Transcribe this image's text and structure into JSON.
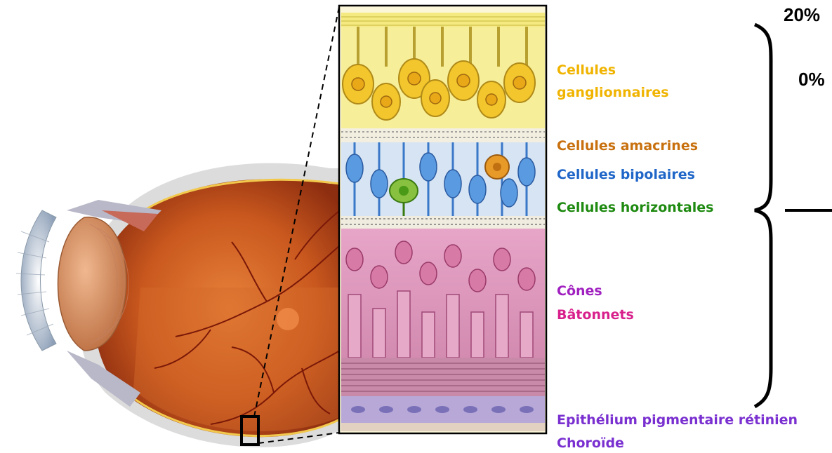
{
  "labels": {
    "ganglion_line1": "Cellules",
    "ganglion_line2": "ganglionnaires",
    "amacrine": "Cellules amacrines",
    "bipolar": "Cellules bipolaires",
    "horizontal": "Cellules horizontales",
    "cones": "Cônes",
    "rods": "Bâtonnets",
    "rpe": "Epithélium pigmentaire rétinien",
    "choroid": "Choroïde"
  },
  "percentages": {
    "top": "20%",
    "second": "0%"
  },
  "colors": {
    "ganglion": "#f0b400",
    "amacrine": "#c8700e",
    "bipolar": "#1f66c8",
    "horizontal": "#1e8a10",
    "cones": "#a020c0",
    "rods": "#d8208c",
    "rpe": "#7a30d0",
    "choroid": "#7a30d0"
  }
}
